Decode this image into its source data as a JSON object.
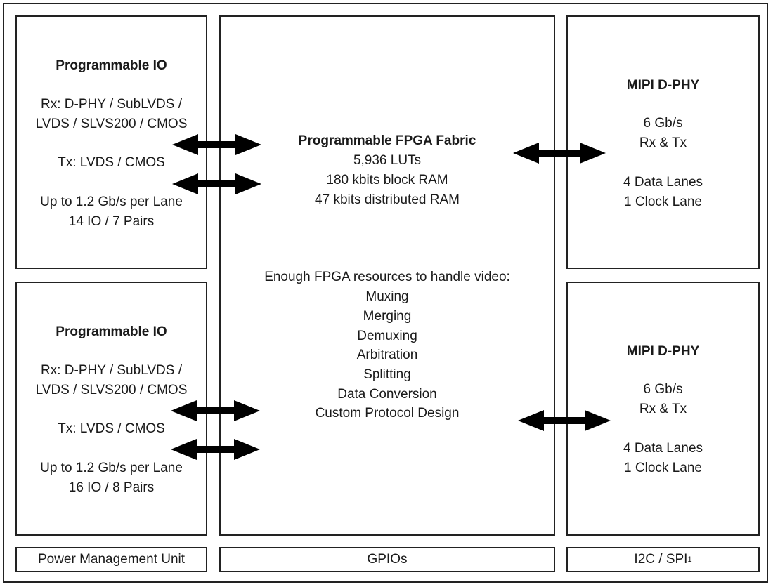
{
  "io_top": {
    "title": "Programmable IO",
    "rx1": "Rx: D-PHY / SubLVDS /",
    "rx2": "LVDS / SLVS200 / CMOS",
    "tx": "Tx: LVDS / CMOS",
    "speed": "Up to 1.2 Gb/s per Lane",
    "pins": "14 IO / 7 Pairs"
  },
  "io_bottom": {
    "title": "Programmable IO",
    "rx1": "Rx: D-PHY / SubLVDS /",
    "rx2": "LVDS / SLVS200 / CMOS",
    "tx": "Tx: LVDS / CMOS",
    "speed": "Up to 1.2 Gb/s per Lane",
    "pins": "16 IO / 8 Pairs"
  },
  "fabric": {
    "title": "Programmable FPGA Fabric",
    "luts": "5,936 LUTs",
    "bram": "180 kbits block RAM",
    "dram": "47 kbits distributed RAM",
    "resources_heading": "Enough FPGA resources to handle video:",
    "resources": [
      "Muxing",
      "Merging",
      "Demuxing",
      "Arbitration",
      "Splitting",
      "Data Conversion",
      "Custom Protocol Design"
    ]
  },
  "mipi_top": {
    "title": "MIPI D-PHY",
    "rate": "6 Gb/s",
    "dir": "Rx & Tx",
    "data_lanes": "4 Data Lanes",
    "clock_lane": "1 Clock Lane"
  },
  "mipi_bottom": {
    "title": "MIPI D-PHY",
    "rate": "6 Gb/s",
    "dir": "Rx & Tx",
    "data_lanes": "4 Data Lanes",
    "clock_lane": "1 Clock Lane"
  },
  "bottom_bar": {
    "pmu": "Power Management Unit",
    "gpios": "GPIOs",
    "i2c": "I2C / SPI",
    "i2c_footnote": "1"
  }
}
